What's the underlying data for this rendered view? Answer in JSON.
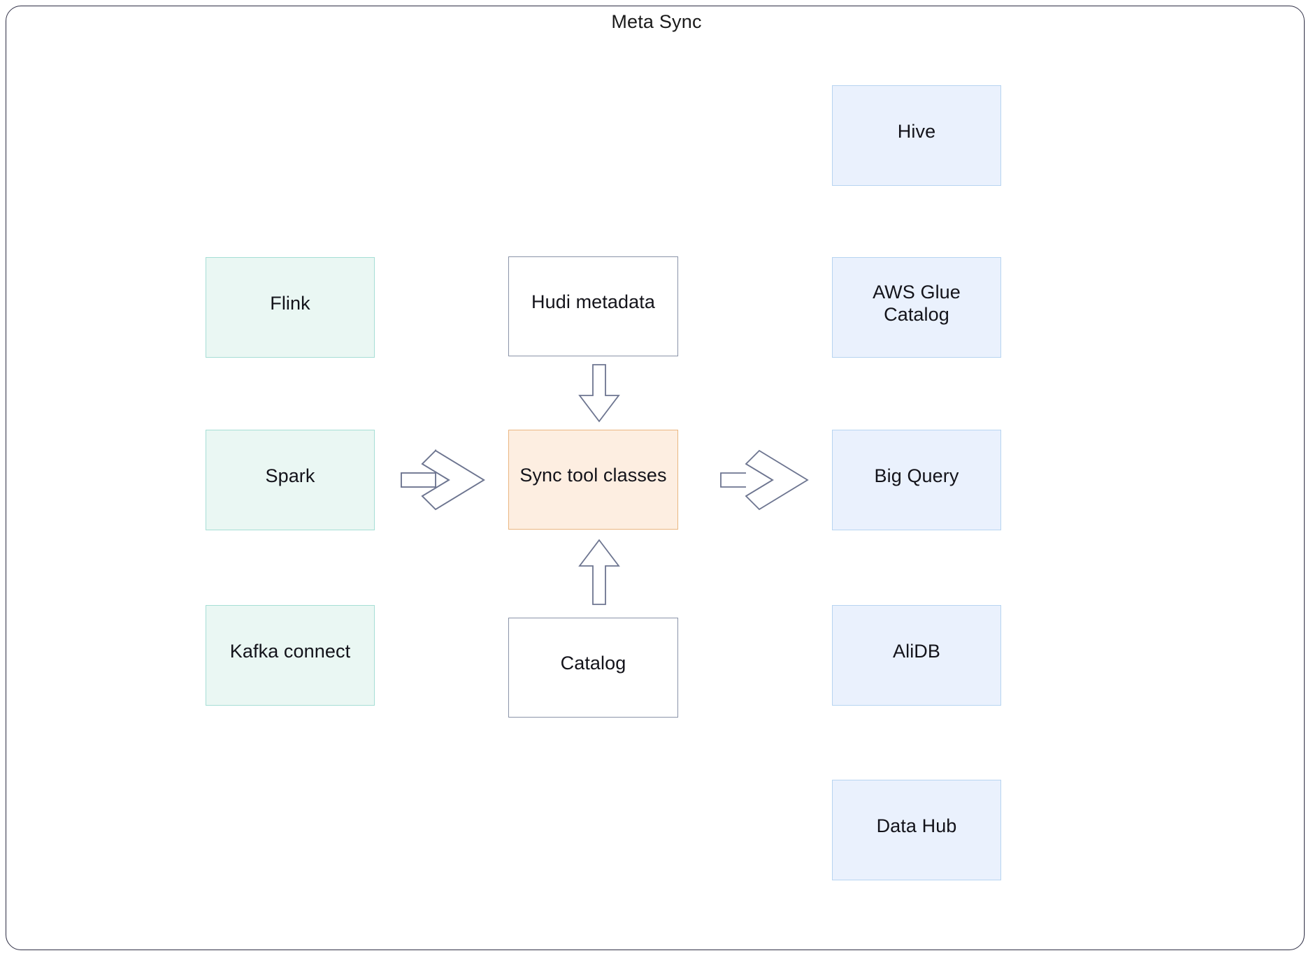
{
  "diagram": {
    "title": "Meta Sync",
    "type": "flow-diagram",
    "frame_color": "#2e2e44",
    "background": "#ffffff",
    "palette": {
      "source_fill": "#eaf7f3",
      "source_border": "#a6ded5",
      "plain_fill": "#ffffff",
      "plain_border": "#8a93a8",
      "highlight_fill": "#fdeee1",
      "highlight_border": "#eab681",
      "target_fill": "#eaf1fd",
      "target_border": "#b7d4f1",
      "arrow_stroke": "#6d7590",
      "text": "#13131a"
    },
    "columns": {
      "sources": {
        "role": "engines",
        "nodes": [
          {
            "id": "flink",
            "label": "Flink"
          },
          {
            "id": "spark",
            "label": "Spark"
          },
          {
            "id": "kafka-connect",
            "label": "Kafka connect"
          }
        ]
      },
      "center": {
        "role": "sync",
        "nodes": [
          {
            "id": "hudi-metadata",
            "label": "Hudi metadata"
          },
          {
            "id": "sync-tool-classes",
            "label": "Sync tool classes"
          },
          {
            "id": "catalog",
            "label": "Catalog"
          }
        ]
      },
      "targets": {
        "role": "catalogs",
        "nodes": [
          {
            "id": "hive",
            "label": "Hive"
          },
          {
            "id": "aws-glue-catalog",
            "label": "AWS Glue Catalog"
          },
          {
            "id": "big-query",
            "label": "Big Query"
          },
          {
            "id": "alidb",
            "label": "AliDB"
          },
          {
            "id": "data-hub",
            "label": "Data Hub"
          }
        ]
      }
    },
    "connectors": [
      {
        "id": "engines-to-sync",
        "icon": "chevron-right-arrow",
        "from": "engines",
        "to": "sync-tool-classes",
        "direction": "right"
      },
      {
        "id": "sync-to-catalogs",
        "icon": "chevron-right-arrow",
        "from": "sync-tool-classes",
        "to": "catalogs",
        "direction": "right"
      },
      {
        "id": "hudi-to-sync",
        "icon": "block-arrow-down",
        "from": "hudi-metadata",
        "to": "sync-tool-classes",
        "direction": "down"
      },
      {
        "id": "catalog-to-sync",
        "icon": "block-arrow-up",
        "from": "catalog",
        "to": "sync-tool-classes",
        "direction": "up"
      }
    ]
  }
}
